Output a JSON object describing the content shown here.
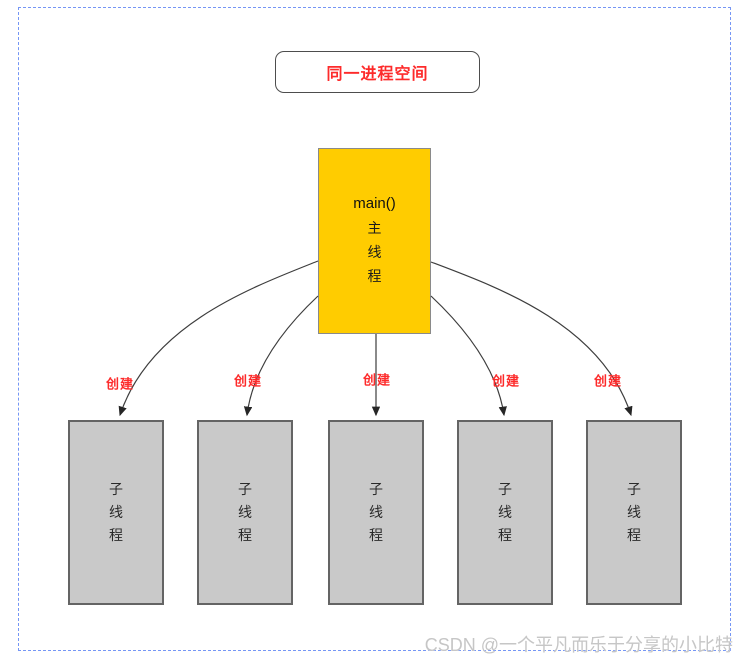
{
  "title_box": {
    "text": "同一进程空间"
  },
  "main_box": {
    "func": "main()",
    "char1": "主",
    "char2": "线",
    "char3": "程"
  },
  "child_box": {
    "char1": "子",
    "char2": "线",
    "char3": "程"
  },
  "edge_label": "创建",
  "watermark": "CSDN @一个平凡而乐于分享的小比特",
  "colors": {
    "frame_blue": "#7596f5",
    "main_box_yellow": "#ffcc00",
    "child_box_gray": "#c9c9c9",
    "label_red": "#fd2b2b"
  }
}
